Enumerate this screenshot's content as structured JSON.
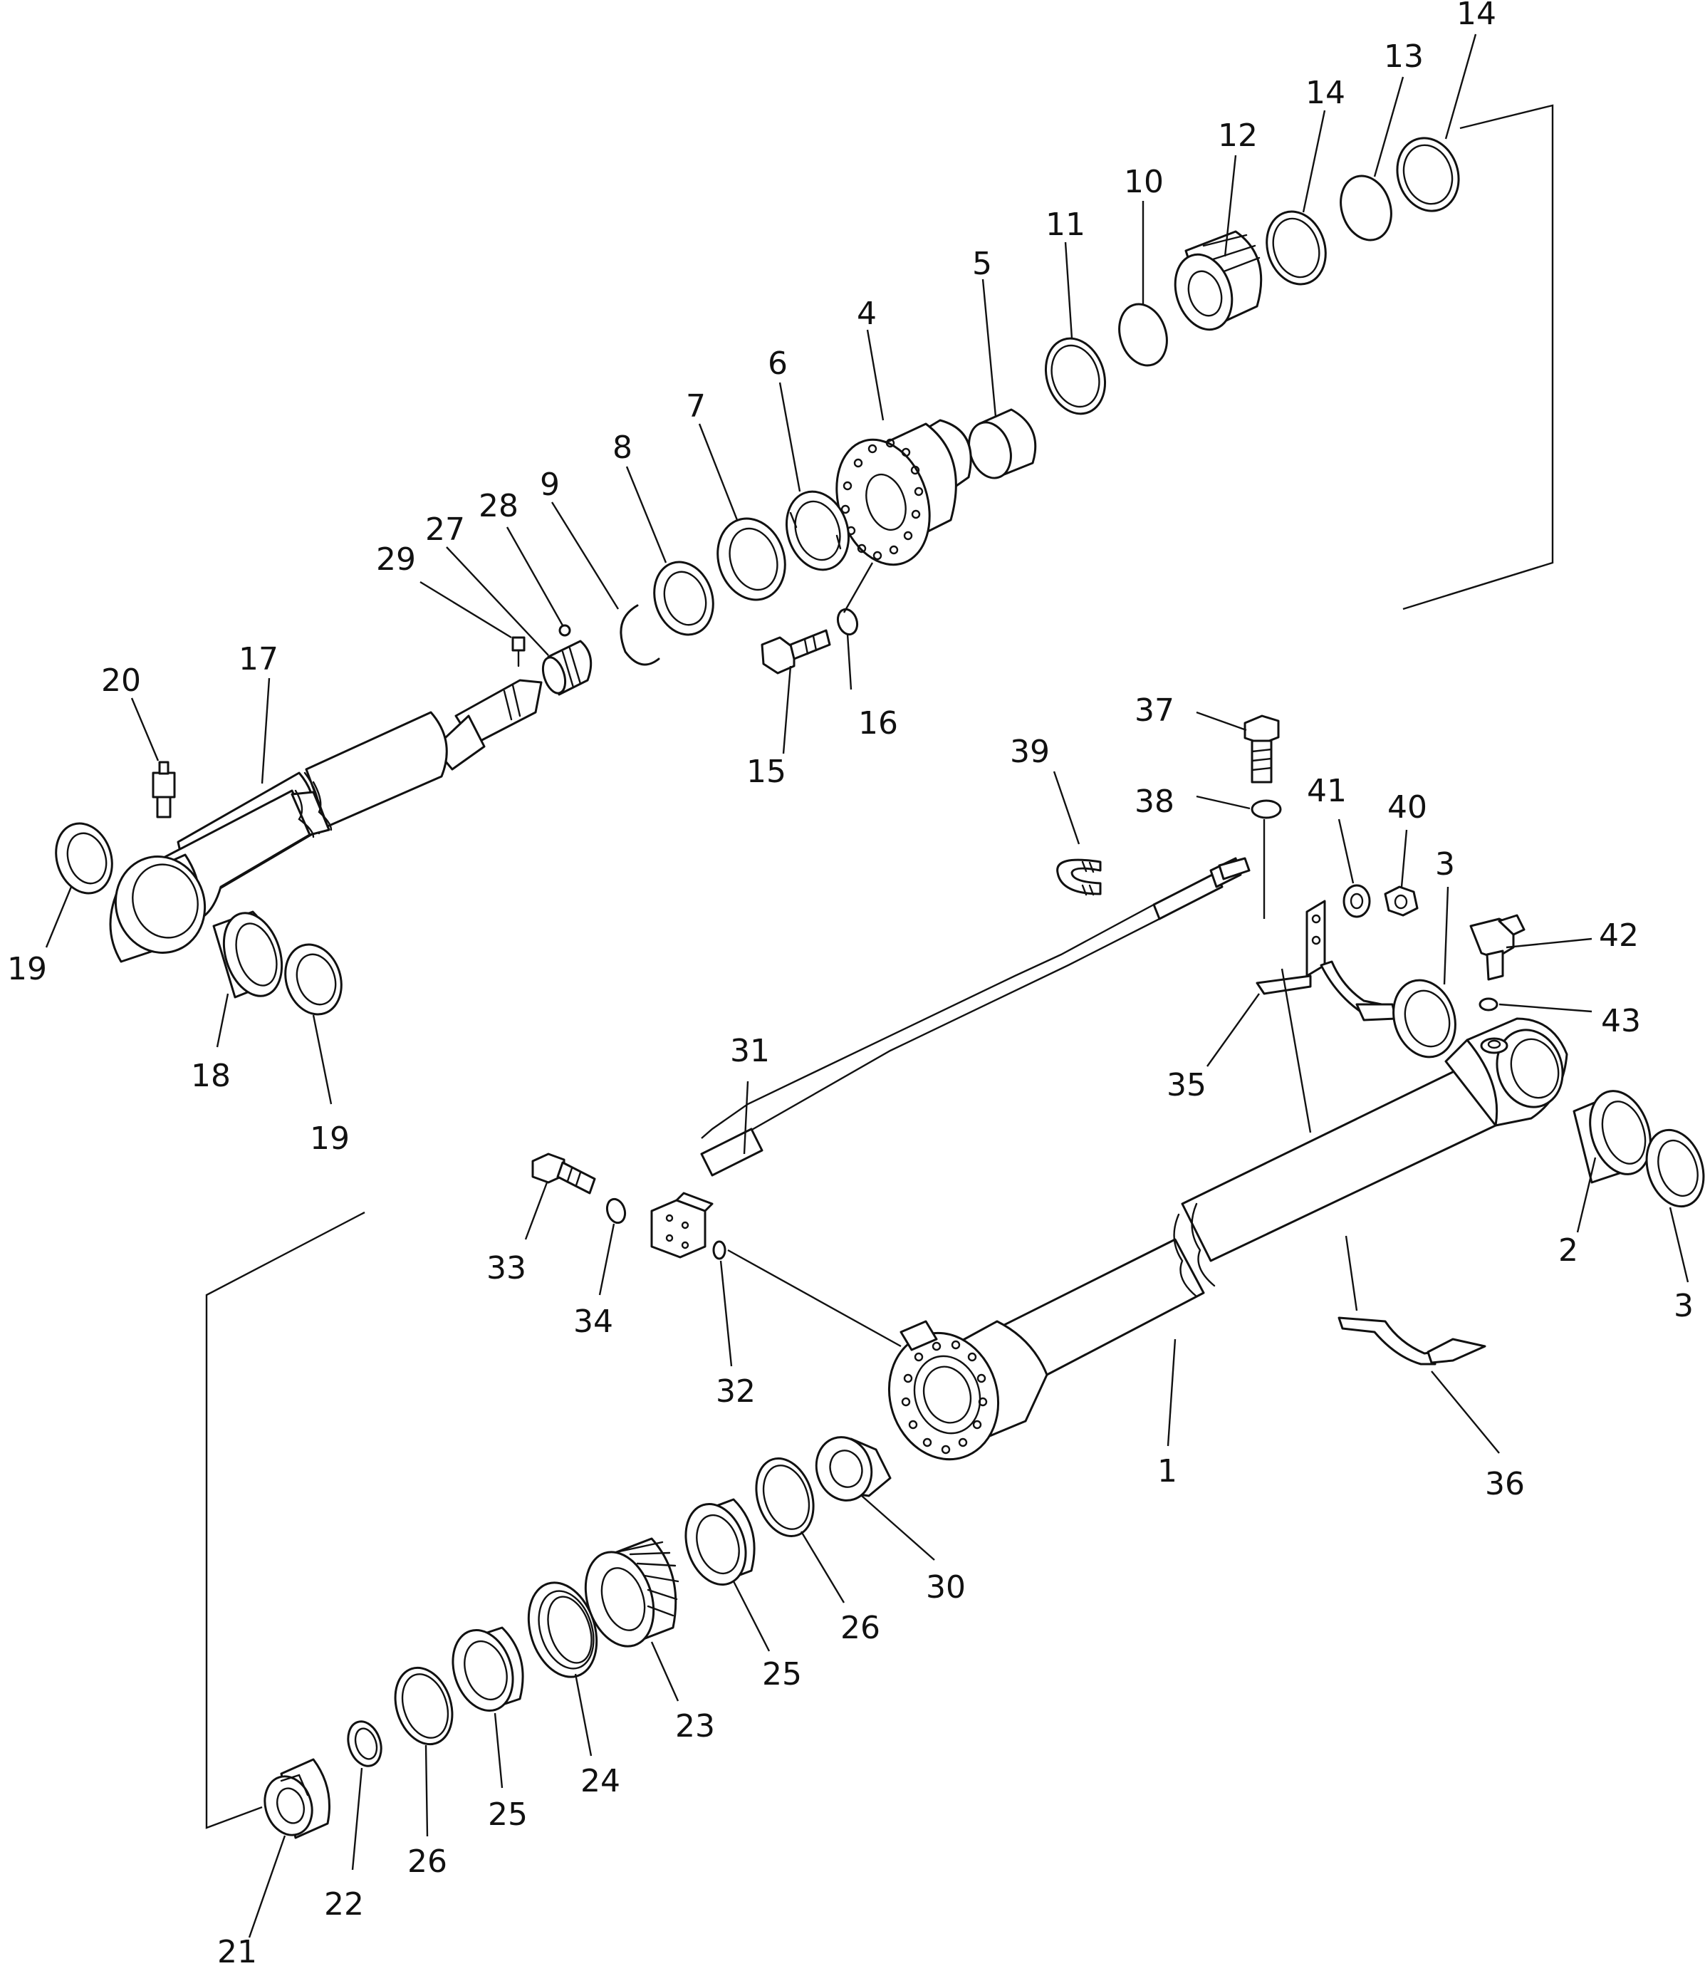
{
  "diagram": {
    "colors": {
      "line": "#111111",
      "background": "#ffffff"
    },
    "callouts": [
      "14",
      "13",
      "14",
      "12",
      "10",
      "11",
      "5",
      "4",
      "6",
      "7",
      "8",
      "9",
      "28",
      "27",
      "29",
      "17",
      "20",
      "19",
      "18",
      "19",
      "16",
      "15",
      "37",
      "39",
      "38",
      "41",
      "40",
      "3",
      "42",
      "43",
      "35",
      "31",
      "33",
      "34",
      "32",
      "2",
      "3",
      "1",
      "36",
      "30",
      "26",
      "25",
      "23",
      "24",
      "25",
      "26",
      "22",
      "21"
    ]
  }
}
